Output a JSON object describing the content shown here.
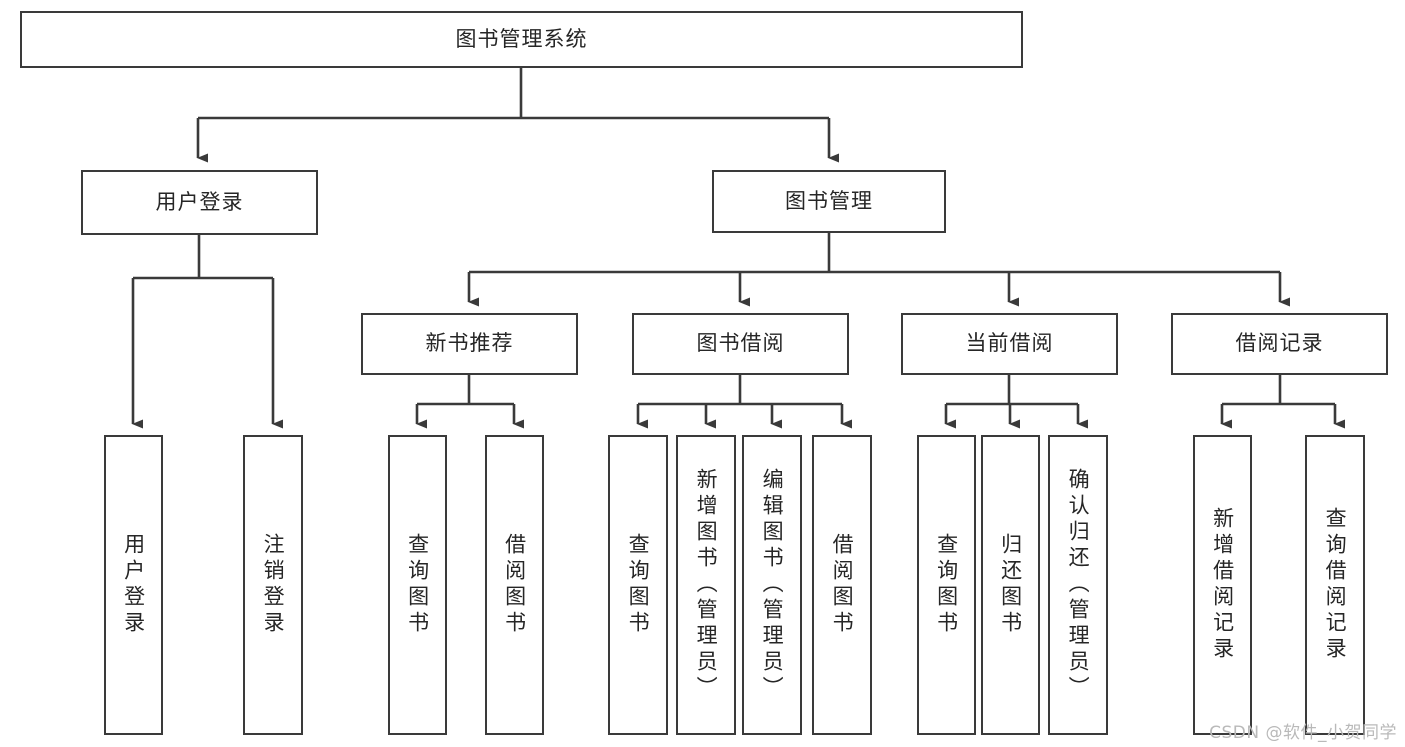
{
  "diagram": {
    "title": "图书管理系统",
    "type": "tree-hierarchy-chart",
    "colors": {
      "stroke": "#3a3a3a",
      "fill": "#ffffff",
      "text": "#262626",
      "watermark": "#b9b9b9"
    },
    "root": {
      "label": "图书管理系统"
    },
    "level2": [
      {
        "label": "用户登录"
      },
      {
        "label": "图书管理"
      }
    ],
    "level3": [
      {
        "label": "新书推荐"
      },
      {
        "label": "图书借阅"
      },
      {
        "label": "当前借阅"
      },
      {
        "label": "借阅记录"
      }
    ],
    "leaves": {
      "user_login": [
        {
          "label": "用户登录"
        },
        {
          "label": "注销登录"
        }
      ],
      "new_book_recommend": [
        {
          "label": "查询图书"
        },
        {
          "label": "借阅图书"
        }
      ],
      "book_borrow": [
        {
          "label": "查询图书"
        },
        {
          "label": "新增图书（管理员）"
        },
        {
          "label": "编辑图书（管理员）"
        },
        {
          "label": "借阅图书"
        }
      ],
      "current_borrow": [
        {
          "label": "查询图书"
        },
        {
          "label": "归还图书"
        },
        {
          "label": "确认归还（管理员）"
        }
      ],
      "borrow_record": [
        {
          "label": "新增借阅记录"
        },
        {
          "label": "查询借阅记录"
        }
      ]
    },
    "watermark": "CSDN @软件_小贺同学"
  }
}
